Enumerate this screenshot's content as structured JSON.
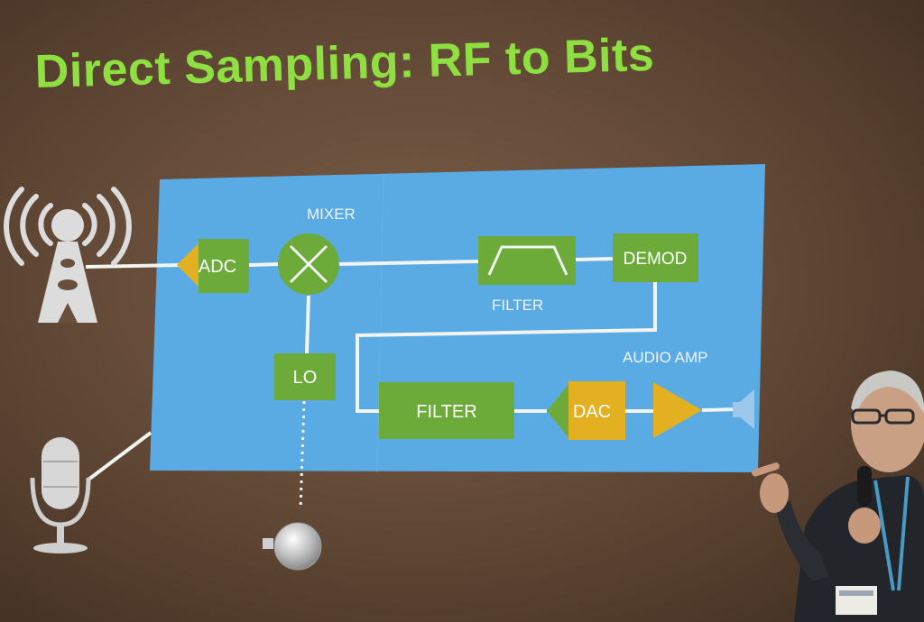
{
  "slide": {
    "title": "Direct Sampling: RF to Bits"
  },
  "blocks": {
    "adc": "ADC",
    "mixer_caption": "MIXER",
    "filter_top": "FILTER",
    "demod": "DEMOD",
    "lo": "LO",
    "filter_bottom": "FILTER",
    "dac": "DAC",
    "audio_amp_caption": "AUDIO AMP"
  },
  "colors": {
    "title": "#8ee040",
    "panel": "#5aaae4",
    "block": "#6cab3a",
    "accent": "#e2b020",
    "wire": "#f2f4f0"
  },
  "icons": [
    "radio-tower-icon",
    "microphone-icon",
    "knob-icon",
    "speaker-icon"
  ]
}
